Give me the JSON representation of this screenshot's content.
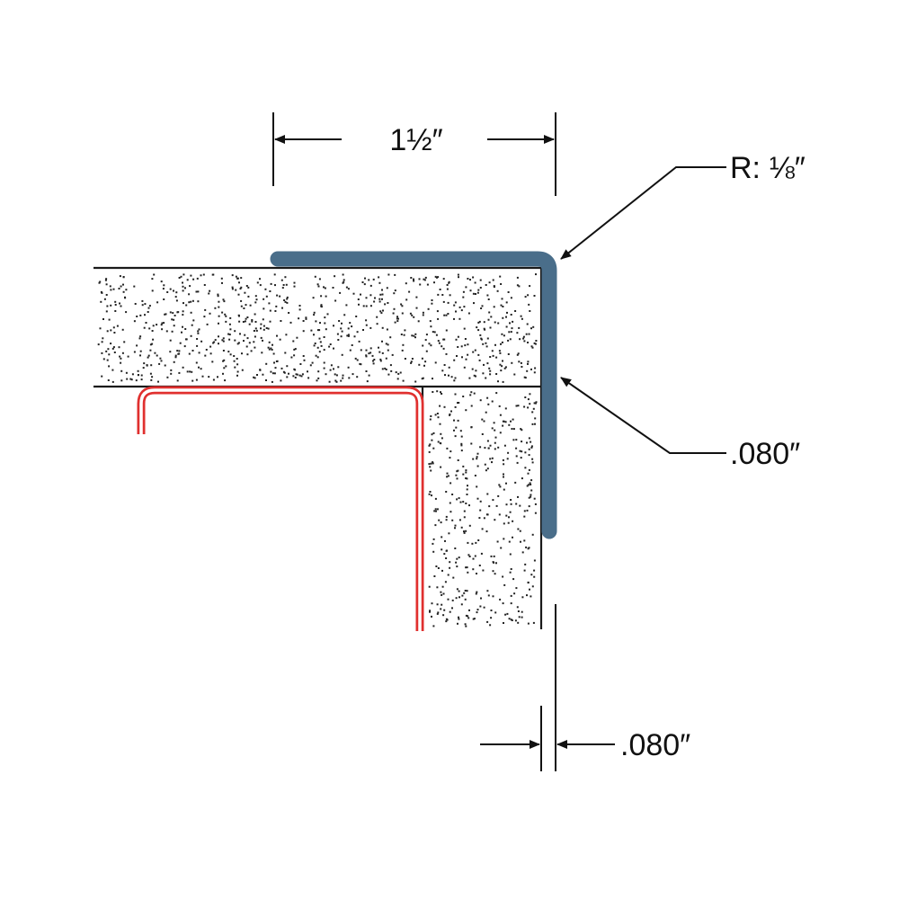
{
  "diagram": {
    "labels": {
      "width_dimension": "1½″",
      "radius_callout": "R: ⅛″",
      "thickness_callout": ".080″",
      "bottom_thickness_dimension": ".080″"
    },
    "colors": {
      "trim_angle": "#4a6e8a",
      "framing_channel": "#e0302f",
      "framing_channel_inner": "#ffffff",
      "substrate_fill": "#ffffff",
      "speckle": "#222222",
      "lines": "#111111"
    }
  }
}
